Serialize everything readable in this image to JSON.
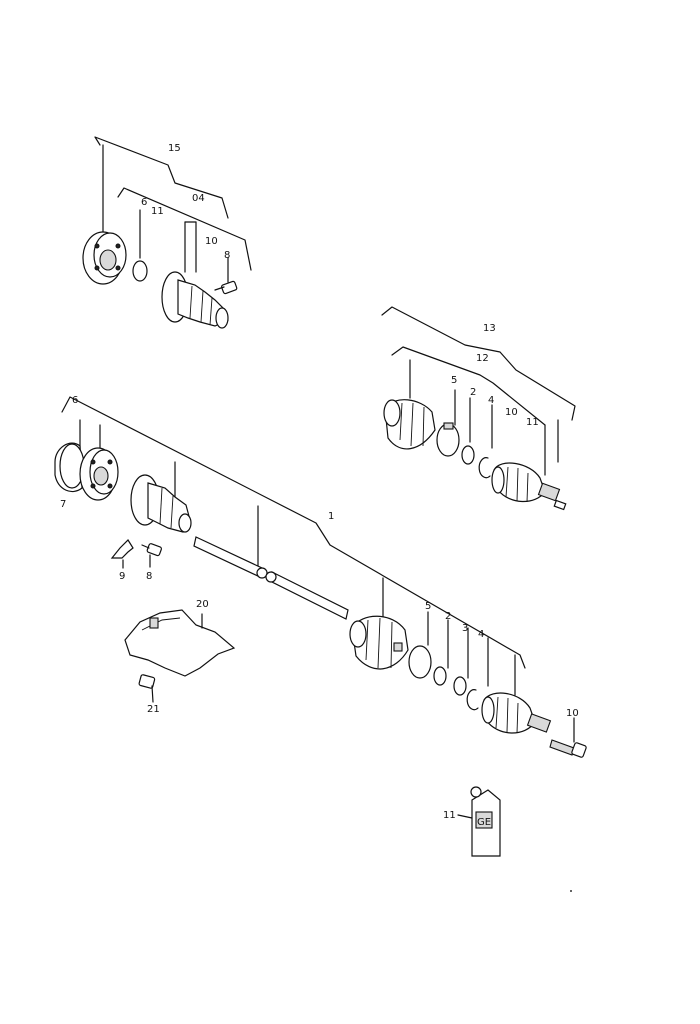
{
  "callouts": [
    {
      "id": "c15a",
      "text": "15"
    },
    {
      "id": "c6a",
      "text": "6"
    },
    {
      "id": "c11a",
      "text": "11"
    },
    {
      "id": "c04",
      "text": "04"
    },
    {
      "id": "c10a",
      "text": "10"
    },
    {
      "id": "c8a",
      "text": "8"
    },
    {
      "id": "c13",
      "text": "13"
    },
    {
      "id": "c12",
      "text": "12"
    },
    {
      "id": "c5a",
      "text": "5"
    },
    {
      "id": "c2a",
      "text": "2"
    },
    {
      "id": "c4a",
      "text": "4"
    },
    {
      "id": "c10b",
      "text": "10"
    },
    {
      "id": "c11b",
      "text": "11"
    },
    {
      "id": "c6b",
      "text": "6"
    },
    {
      "id": "c7",
      "text": "7"
    },
    {
      "id": "c1",
      "text": "1"
    },
    {
      "id": "c9",
      "text": "9"
    },
    {
      "id": "c8b",
      "text": "8"
    },
    {
      "id": "c20",
      "text": "20"
    },
    {
      "id": "c21",
      "text": "21"
    },
    {
      "id": "c5b",
      "text": "5"
    },
    {
      "id": "c2b",
      "text": "2"
    },
    {
      "id": "c3",
      "text": "3"
    },
    {
      "id": "c4b",
      "text": "4"
    },
    {
      "id": "c10c",
      "text": "10"
    },
    {
      "id": "c11c",
      "text": "11"
    }
  ],
  "tube_label": "GE"
}
